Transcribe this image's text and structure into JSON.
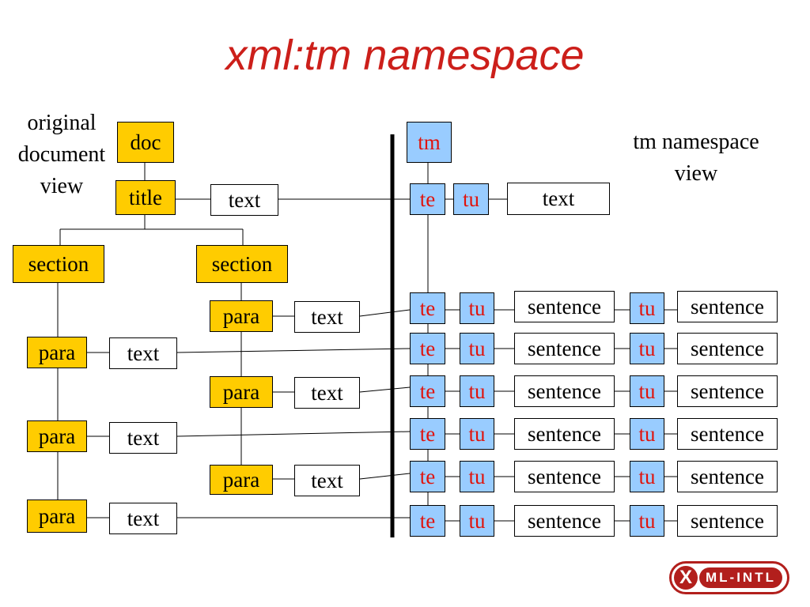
{
  "title": "xml:tm namespace",
  "captions": {
    "left": [
      "original",
      "document",
      "view"
    ],
    "right": [
      "tm namespace",
      "view"
    ]
  },
  "left_tree": {
    "doc": "doc",
    "title": "title",
    "sections": [
      "section",
      "section"
    ],
    "paras": [
      "para",
      "para",
      "para",
      "para",
      "para",
      "para"
    ],
    "texts": [
      "text",
      "text",
      "text",
      "text",
      "text",
      "text",
      "text"
    ]
  },
  "right_tree": {
    "root": "tm",
    "header_row": {
      "te": "te",
      "tu": "tu",
      "text": "text"
    },
    "rows": [
      {
        "te": "te",
        "tu1": "tu",
        "s1": "sentence",
        "tu2": "tu",
        "s2": "sentence"
      },
      {
        "te": "te",
        "tu1": "tu",
        "s1": "sentence",
        "tu2": "tu",
        "s2": "sentence"
      },
      {
        "te": "te",
        "tu1": "tu",
        "s1": "sentence",
        "tu2": "tu",
        "s2": "sentence"
      },
      {
        "te": "te",
        "tu1": "tu",
        "s1": "sentence",
        "tu2": "tu",
        "s2": "sentence"
      },
      {
        "te": "te",
        "tu1": "tu",
        "s1": "sentence",
        "tu2": "tu",
        "s2": "sentence"
      },
      {
        "te": "te",
        "tu1": "tu",
        "s1": "sentence",
        "tu2": "tu",
        "s2": "sentence"
      }
    ]
  },
  "logo": {
    "mark": "X",
    "text": "ML-INTL"
  },
  "colors": {
    "title": "#cc1f1a",
    "element_node": "#ffcc00",
    "tm_node": "#99ccff",
    "tm_node_text": "#e0130c",
    "logo": "#b21f1c"
  }
}
